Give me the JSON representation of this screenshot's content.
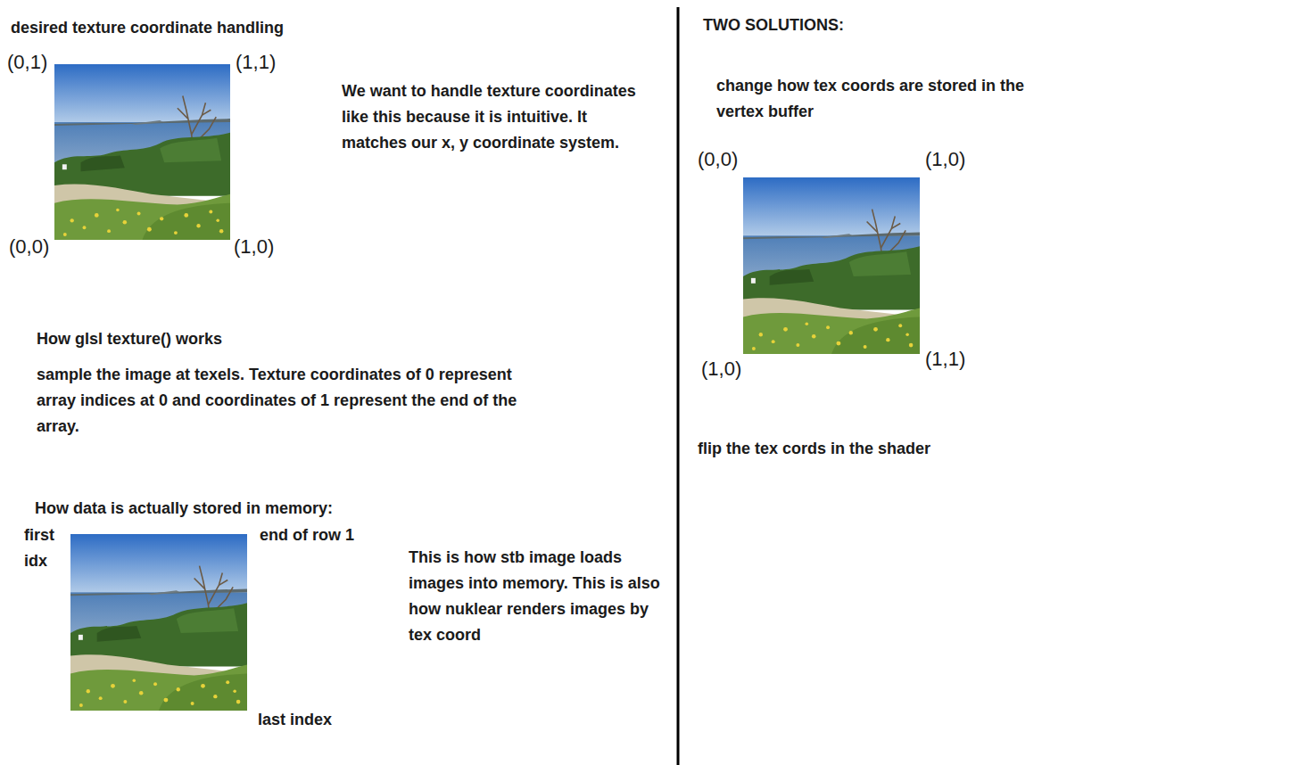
{
  "diagram": {
    "labels": [
      "desired texture coordinate handling",
      "(0,1)",
      "(1,1)",
      "We want to handle texture coordinates like this because it is intuitive. It matches our x, y coordinate system.",
      "(0,0)",
      "(1,0)",
      "How glsl texture() works",
      "sample the image at texels. Texture coordinates of 0 represent array indices at 0 and coordinates of 1 represent the end of the array.",
      "How data is actually stored in memory:",
      "first idx",
      "end of row 1",
      "This is how stb image loads images into memory. This is also how nuklear renders images by tex coord",
      "last index",
      "TWO SOLUTIONS:",
      "change how tex coords are stored in the vertex buffer",
      "(0,0)",
      "(1,0)",
      "(1,0)",
      "(1,1)",
      "flip the tex cords in the shader"
    ]
  }
}
